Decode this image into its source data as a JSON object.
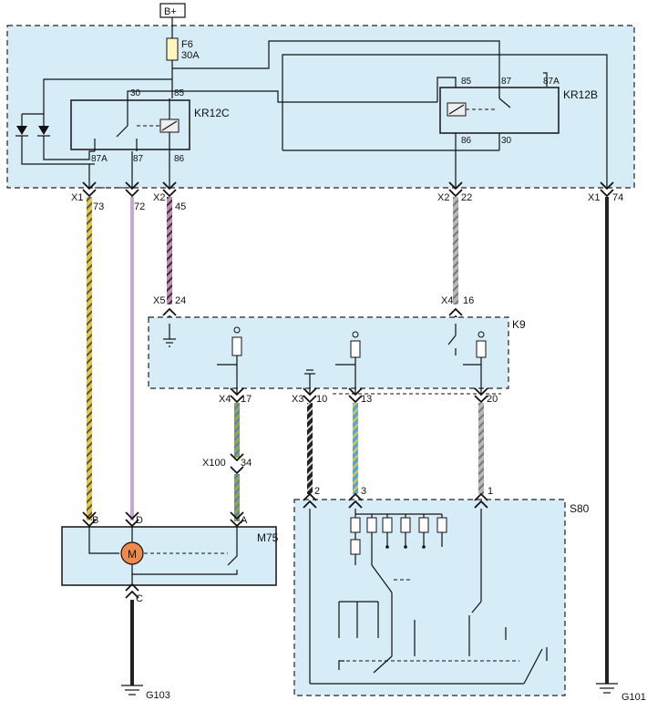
{
  "supply": {
    "label": "B+"
  },
  "fuse": {
    "name": "F6",
    "rating": "30A"
  },
  "relays": [
    {
      "name": "KR12C",
      "pins": [
        "30",
        "85",
        "87A",
        "87",
        "86"
      ]
    },
    {
      "name": "KR12B",
      "pins": [
        "85",
        "87",
        "87A",
        "86",
        "30"
      ]
    }
  ],
  "connectors": {
    "x1_73": {
      "conn": "X1",
      "pin": "73"
    },
    "x1_72": {
      "pin": "72"
    },
    "x2_45": {
      "conn": "X2",
      "pin": "45"
    },
    "x2_22": {
      "conn": "X2",
      "pin": "22"
    },
    "x1_74": {
      "conn": "X1",
      "pin": "74"
    },
    "x5_24": {
      "conn": "X5",
      "pin": "24"
    },
    "x4_16": {
      "conn": "X4",
      "pin": "16"
    },
    "x4_17": {
      "conn": "X4",
      "pin": "17"
    },
    "x3_10": {
      "conn": "X3",
      "pin": "10"
    },
    "k9_13": {
      "pin": "13"
    },
    "k9_20": {
      "pin": "20"
    },
    "x100_34": {
      "conn": "X100",
      "pin": "34"
    }
  },
  "modules": {
    "k9": {
      "name": "K9"
    },
    "m75": {
      "name": "M75",
      "pins": [
        "B",
        "D",
        "A",
        "C"
      ],
      "symbol": "M"
    },
    "s80": {
      "name": "S80",
      "pins": [
        "2",
        "3",
        "1"
      ]
    }
  },
  "grounds": {
    "g103": "G103",
    "g101": "G101"
  },
  "wire_colors": {
    "yellow": "#e8c640",
    "purple": "#b06a9c",
    "blue": "#58a6d6",
    "green": "#78b04a",
    "grey": "#9a9a9a",
    "black": "#222222"
  }
}
